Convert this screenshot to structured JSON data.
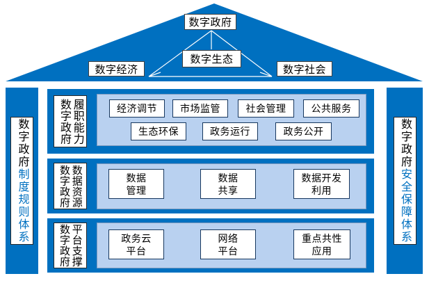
{
  "colors": {
    "primary_blue": "#0070C0",
    "panel_light_blue": "#B9D1F0",
    "panel_border": "#7D99BE",
    "inner_box_border": "#17375E",
    "roof_box_border": "#3F3F3F",
    "accent_text_blue": "#0070C0"
  },
  "roof": {
    "top": "数字政府",
    "left": "数字经济",
    "center": "数字生态",
    "right": "数字社会"
  },
  "left_pillar": {
    "black": "数字政府",
    "accent": "制度规则体系"
  },
  "right_pillar": {
    "black": "数字政府",
    "accent": "安全保障体系"
  },
  "rows": [
    {
      "label_col1": "数字政府",
      "label_col2": "履职能力",
      "boxes_top": [
        "经济调节",
        "市场监管",
        "社会管理",
        "公共服务"
      ],
      "boxes_bottom": [
        "生态环保",
        "政务运行",
        "政务公开"
      ]
    },
    {
      "label_col1": "数字政府",
      "label_col2": "数据资源",
      "boxes": [
        [
          "数据",
          "管理"
        ],
        [
          "数据",
          "共享"
        ],
        [
          "数据开发",
          "利用"
        ]
      ]
    },
    {
      "label_col1": "数字政府",
      "label_col2": "平台支撑",
      "boxes": [
        [
          "政务云",
          "平台"
        ],
        [
          "网络",
          "平台"
        ],
        [
          "重点共性",
          "应用"
        ]
      ]
    }
  ]
}
